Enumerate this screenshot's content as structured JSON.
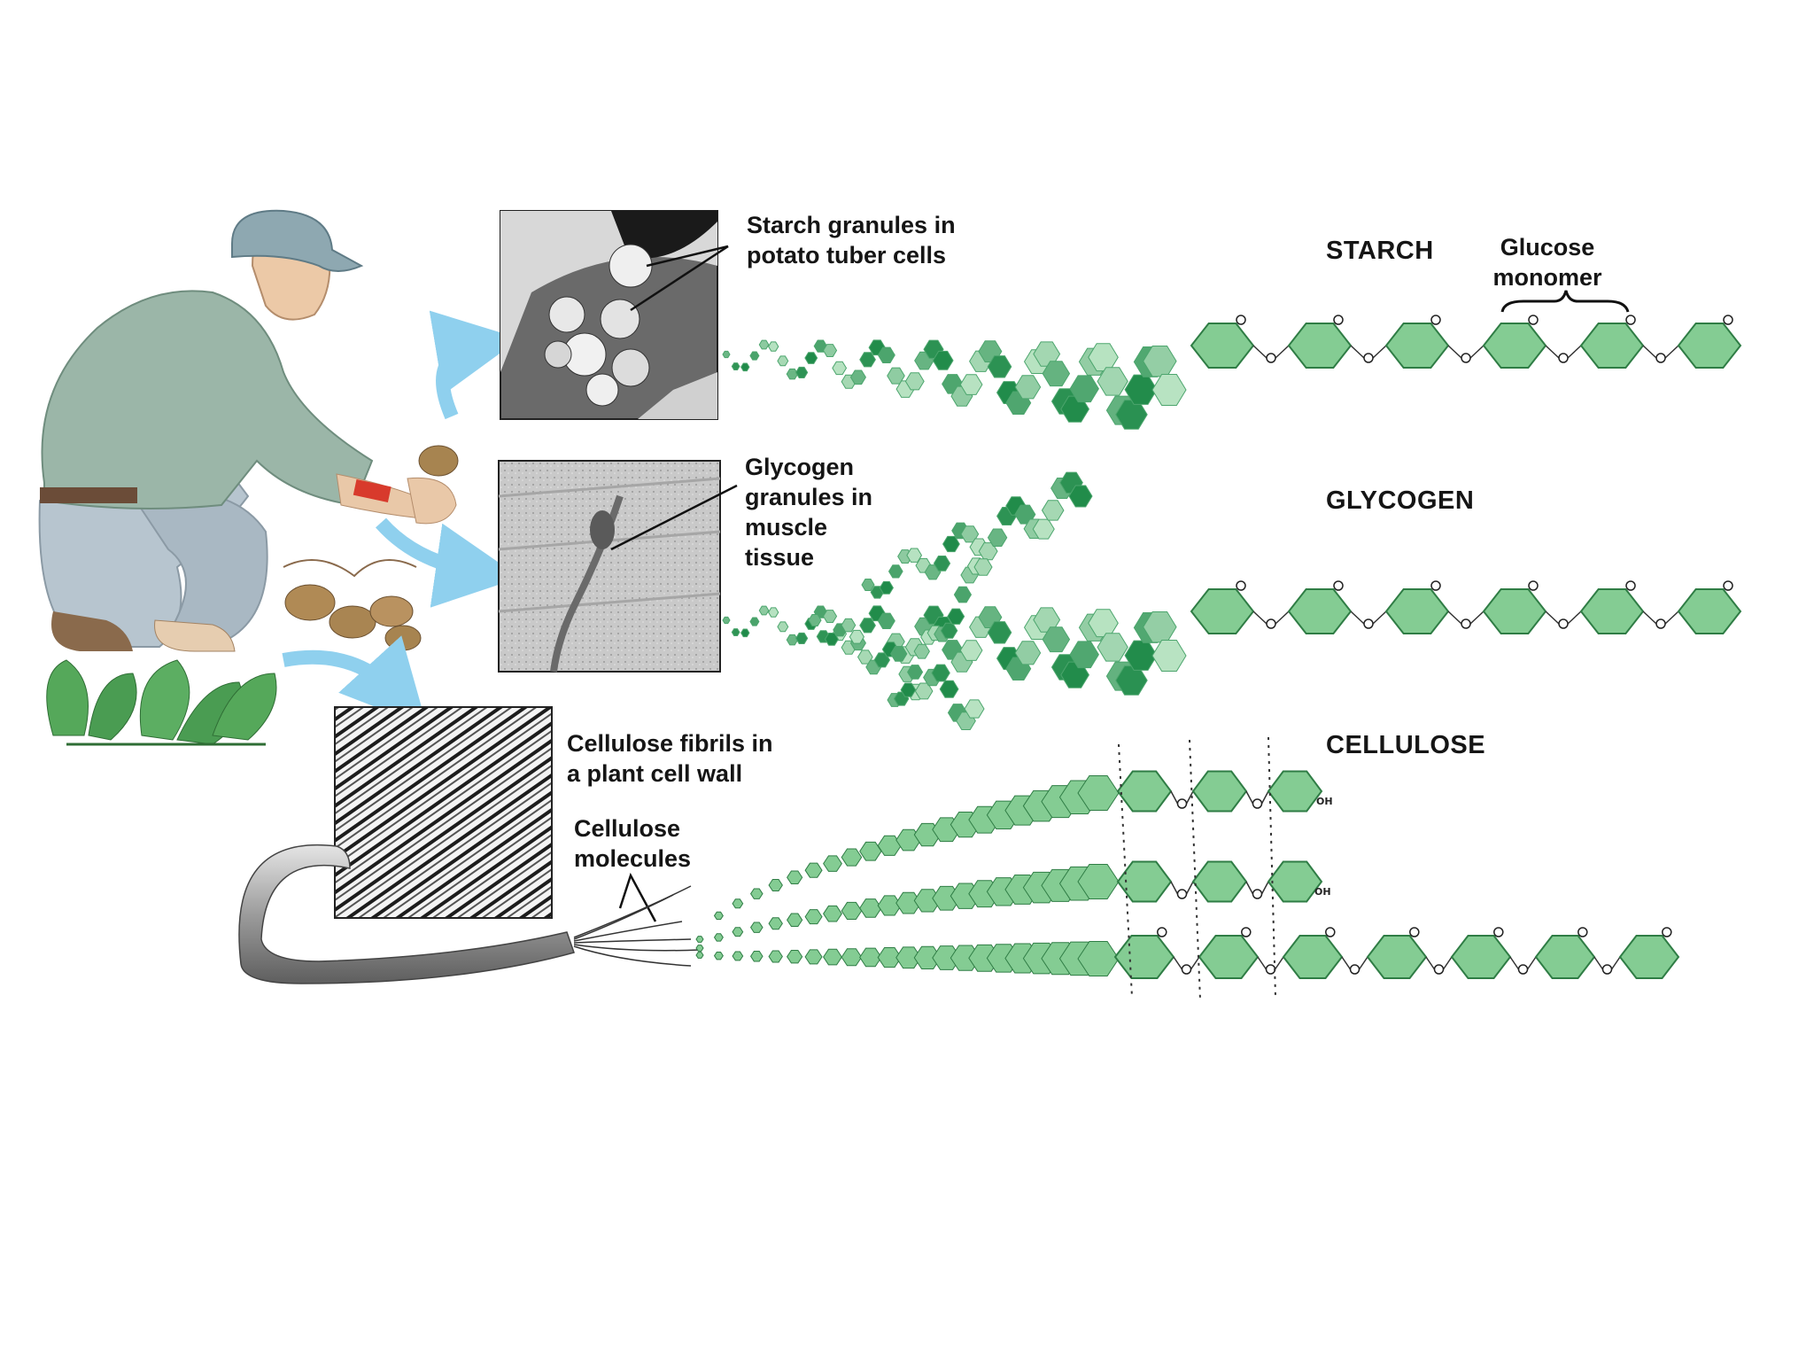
{
  "labels": {
    "starch_granules": [
      "Starch granules in",
      "potato tuber cells"
    ],
    "glycogen_granules": [
      "Glycogen",
      "granules in",
      "muscle",
      "tissue"
    ],
    "cellulose_fibrils": [
      "Cellulose fibrils in",
      "a plant cell wall"
    ],
    "cellulose_molecules": [
      "Cellulose",
      "molecules"
    ],
    "glucose_monomer": [
      "Glucose",
      "monomer"
    ]
  },
  "titles": {
    "starch": "STARCH",
    "glycogen": "GLYCOGEN",
    "cellulose": "CELLULOSE"
  },
  "chem": {
    "oxygen": "O",
    "hydroxyl": "OH"
  },
  "colors": {
    "ring_fill": "#84cc93",
    "ring_stroke": "#2f7d45",
    "chain_dark": "#1e8a48",
    "chain_light": "#b8e3c2",
    "arrow": "#8fd0ee",
    "shirt": "#9bb6a8",
    "pants": "#b7c5cf"
  },
  "icons": {
    "person": "farmer-kneeling-icon",
    "potato": "potato-icon",
    "plant": "spinach-plant-icon"
  }
}
